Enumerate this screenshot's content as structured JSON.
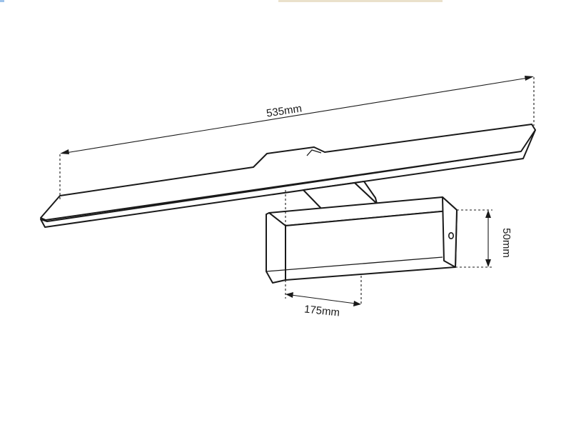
{
  "dimensions": {
    "length": "535mm",
    "height": "50mm",
    "depth": "175mm"
  },
  "colors": {
    "line": "#1a1a1a",
    "background": "#ffffff",
    "accent": "#4a90d9"
  }
}
